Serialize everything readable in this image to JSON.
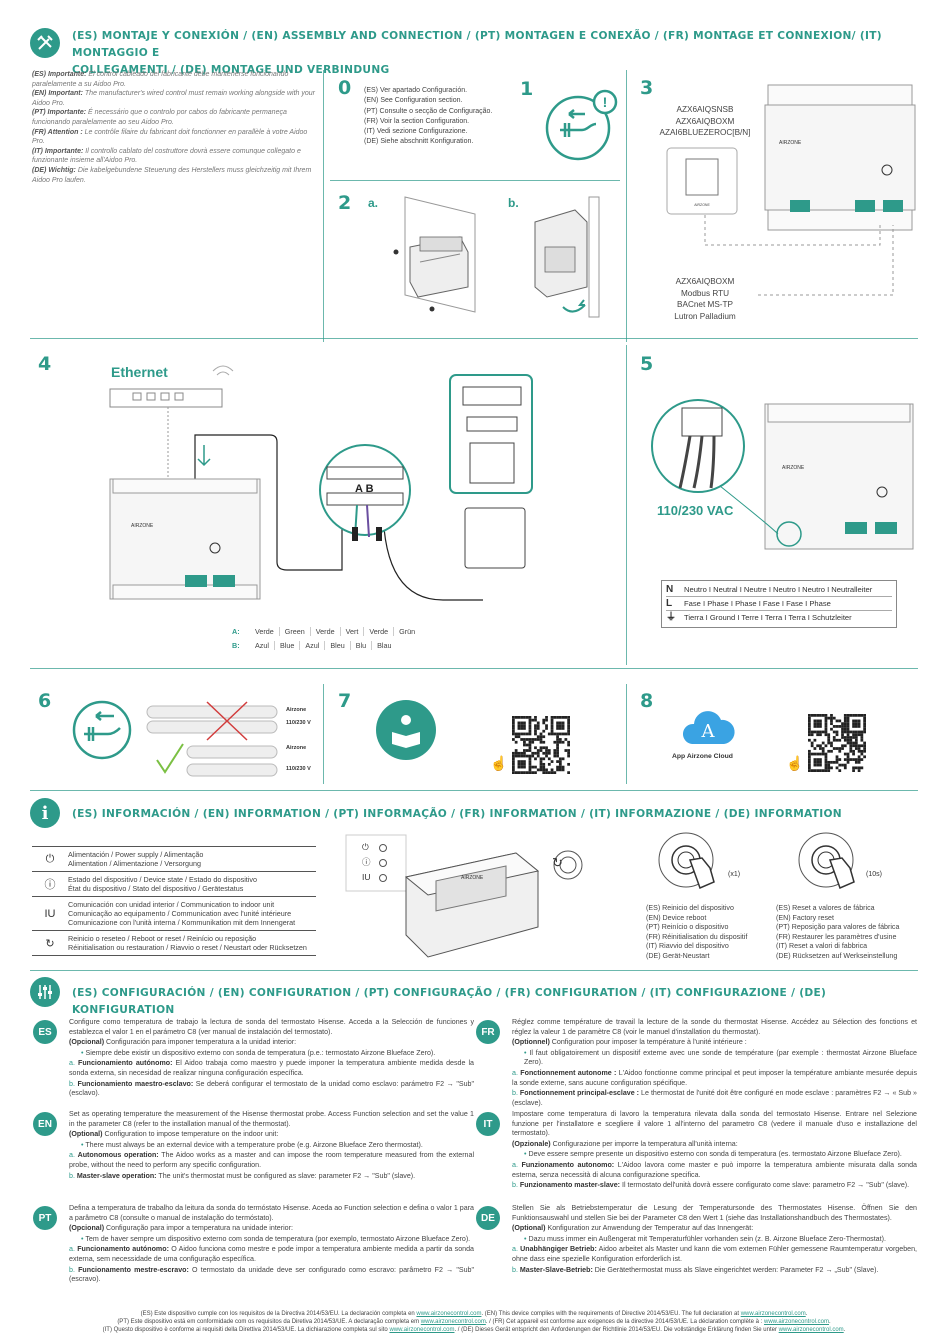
{
  "assembly": {
    "title_line1": "(ES) MONTAJE Y CONEXIÓN / (EN) ASSEMBLY AND CONNECTION / (PT) MONTAGEN E CONEXÃO / (FR) MONTAGE ET CONNEXION/ (IT) MONTAGGIO E",
    "title_line2": "COLLEGAMENTI / (DE) MONTAGE UND VERBINDUNG",
    "notes": [
      {
        "label": "(ES) Importante:",
        "text": " El control cableado del fabricante debe mantenerse funcionando paralelamente a su Aidoo Pro."
      },
      {
        "label": "(EN) Important:",
        "text": " The manufacturer's wired control must remain working alongside with your Aidoo Pro."
      },
      {
        "label": "(PT) Importante:",
        "text": " É necessário que o controlo por cabos do fabricante permaneça funcionando paralelamente ao seu Aidoo Pro."
      },
      {
        "label": "(FR) Attention :",
        "text": " Le contrôle filaire du fabricant doit fonctionner en parallèle à votre Aidoo Pro."
      },
      {
        "label": "(IT) Importante:",
        "text": " Il controllo cablato del costruttore dovrà essere comunque collegato e funzionante insieme all'Aidoo Pro."
      },
      {
        "label": "(DE) Wichtig:",
        "text": " Die kabelgebundene Steuerung des Herstellers muss gleichzeitig mit Ihrem Aidoo Pro laufen."
      }
    ]
  },
  "steps": {
    "n0": "0",
    "n1": "1",
    "n2": "2",
    "n3": "3",
    "n4": "4",
    "n5": "5",
    "n6": "6",
    "n7": "7",
    "n8": "8",
    "s2a": "a.",
    "s2b": "b.",
    "s0_lines": [
      "(ES) Ver apartado Configuración.",
      "(EN) See Configuration section.",
      "(PT) Consulte o secção de Configuração.",
      "(FR) Voir la section Configuration.",
      "(IT) Vedi sezione Configurazione.",
      "(DE) Siehe abschnitt Konfiguration."
    ],
    "s3_models_top": [
      "AZX6AIQSNSB",
      "AZX6AIQBOXM",
      "AZAI6BLUEZEROC[B/N]"
    ],
    "s3_models_bottom": [
      "AZX6AIQBOXM",
      "Modbus RTU",
      "BACnet MS-TP",
      "Lutron Palladium"
    ],
    "ethernet": "Ethernet",
    "ab_label": "A B",
    "wire_a_key": "A:",
    "wire_b_key": "B:",
    "wire_a": [
      "Verde",
      "Green",
      "Verde",
      "Vert",
      "Verde",
      "Grün"
    ],
    "wire_b": [
      "Azul",
      "Blue",
      "Azul",
      "Bleu",
      "Blu",
      "Blau"
    ],
    "voltage": "110/230 VAC",
    "nl_rows": [
      {
        "k": "N",
        "t": "Neutro I Neutral I Neutre I Neutro I Neutro I Neutralleiter"
      },
      {
        "k": "L",
        "t": "Fase I Phase I Phase I Fase I Fase I Phase"
      },
      {
        "k": "⏚",
        "t": "Tierra I Ground I Terre I Terra I Terra I Schutzleiter"
      }
    ],
    "s6_brand1": "Airzone",
    "s6_volt1": "110/230 V",
    "s6_brand2": "Airzone",
    "s6_volt2": "110/230 V",
    "app_label": "App Airzone Cloud",
    "device_brand": "AIRZONE"
  },
  "information": {
    "title": "(ES) INFORMACIÓN / (EN) INFORMATION / (PT) INFORMAÇÃO / (FR) INFORMATION / (IT) INFORMAZIONE / (DE) INFORMATION",
    "rows": [
      {
        "icon": "⏻",
        "lines": [
          "Alimentación / Power supply  / Alimentação",
          "Alimentation / Alimentazione / Versorgung"
        ]
      },
      {
        "icon": "ⓘ",
        "lines": [
          "Estado del dispositivo / Device state / Estado do dispositivo",
          "État du dispositivo / Stato del dispositivo / Gerätestatus"
        ]
      },
      {
        "icon": "IU",
        "lines": [
          "Comunicación con unidad interior / Communication to indoor unit",
          "Comunicação ao equipamento / Communication avec l'unité intérieure",
          "Comunicazione con l'unità interna / Kommunikation  mit dem Innengerat"
        ]
      },
      {
        "icon": "↻",
        "lines": [
          "Reinicio o reseteo / Reboot or reset /  Reinício ou reposição",
          "Réinitialisation ou restauration / Riavvio o reset / Neustart oder Rücksetzen"
        ]
      }
    ],
    "led_labels": [
      "⏻",
      "ⓘ",
      "IU"
    ],
    "press_x1": "(x1)",
    "press_10s": "(10s)",
    "reboot": [
      "(ES) Reinicio del dispositivo",
      "(EN) Device reboot",
      "(PT) Reinício o dispositivo",
      "(FR) Réinitialisation du dispositif",
      "(IT) Riavvio del dispositivo",
      "(DE) Gerät-Neustart"
    ],
    "reset": [
      "(ES) Reset a valores de fábrica",
      "(EN) Factory reset",
      "(PT) Reposição para valores de fábrica",
      "(FR) Restaurer les paramètres d'usine",
      "(IT) Reset a valori di fabbrica",
      "(DE) Rücksetzen auf Werkseinstellung"
    ]
  },
  "configuration": {
    "title": "(ES) CONFIGURACIÓN / (EN) CONFIGURATION / (PT) CONFIGURAÇÃO / (FR) CONFIGURATION / (IT) CONFIGURAZIONE / (DE) KONFIGURATION",
    "blocks": [
      {
        "lang": "ES",
        "intro": "Configure como temperatura de trabajo la lectura de sonda del termostato Hisense. Acceda a la Selección de funciones y establezca el valor 1 en el parámetro C8 (ver manual de instalación del termostato).",
        "opt_label": "(Opcional)",
        "opt_text": " Configuración para imponer temperatura a la unidad interior:",
        "bullet": "Siempre debe existir un dispositivo externo con sonda de temperatura (p.e.: termostato Airzone Blueface Zero).",
        "a_label": "Funcionamiento autónomo:",
        "a_text": " El Aidoo trabaja como maestro y puede imponer la temperatura ambiente medida desde la sonda externa, sin necesidad de realizar ninguna configuración específica.",
        "b_label": "Funcionamiento maestro-esclavo:",
        "b_text": " Se deberá configurar el termostato de la unidad como esclavo: parámetro F2 → \"Sub\" (esclavo)."
      },
      {
        "lang": "EN",
        "intro": "Set as operating temperature the measurement of the Hisense thermostat probe. Access Function selection and set the value 1 in the parameter C8 (refer to the installation manual of the thermostat).",
        "opt_label": "(Optional)",
        "opt_text": " Configuration to impose temperature on the indoor unit:",
        "bullet": "There must always be an external device with a temperature probe (e.g. Airzone Blueface Zero thermostat).",
        "a_label": "Autonomous operation:",
        "a_text": " The Aidoo works as a master and can impose the room temperature measured from the external probe, without the need to perform any specific configuration.",
        "b_label": "Master-slave operation:",
        "b_text": " The unit's thermostat must be configured as slave: parameter F2 → \"Sub\" (slave)."
      },
      {
        "lang": "PT",
        "intro": "Defina a temperatura de trabalho da leitura da sonda do termóstato Hisense. Aceda ao Function selection e defina o valor 1 para a parâmetro C8 (consulte o manual de instalação do termóstato).",
        "opt_label": "(Opcional)",
        "opt_text": " Configuração para impor a temperatura na unidade interior:",
        "bullet": "Tem de haver sempre um dispositivo externo com sonda de temperatura (por exemplo, termostato Airzone Blueface Zero).",
        "a_label": "Funcionamento autónomo:",
        "a_text": " O Aidoo funciona como mestre e pode impor a temperatura ambiente medida a partir da sonda externa, sem necessidade de uma configuração específica.",
        "b_label": "Funcionamento mestre-escravo:",
        "b_text": " O termostato da unidade deve ser configurado como escravo: parâmetro F2 → \"Sub\" (escravo)."
      },
      {
        "lang": "FR",
        "intro": "Réglez comme température de travail la lecture de la sonde du thermostat Hisense. Accédez au Sélection des fonctions et réglez la valeur 1 de paramètre C8 (voir le manuel d'installation du thermostat).",
        "opt_label": "(Optionnel)",
        "opt_text": " Configuration pour imposer la température à l'unité intérieure :",
        "bullet": "Il faut obligatoirement un dispositif externe avec une sonde de température (par exemple : thermostat Airzone Blueface Zero).",
        "a_label": "Fonctionnement autonome :",
        "a_text": " L'Aidoo fonctionne comme principal et peut imposer la température ambiante mesurée depuis la sonde externe, sans aucune configuration spécifique.",
        "b_label": "Fonctionnement principal-esclave :",
        "b_text": " Le thermostat de l'unité doit être configuré en mode esclave : paramètres F2 → « Sub » (esclave)."
      },
      {
        "lang": "IT",
        "intro": "Impostare come temperatura di lavoro la temperatura rilevata dalla sonda del termostato Hisense. Entrare nel Selezione funzione per l'installatore e scegliere il valore 1 all'interno del parametro C8 (vedere il manuale d'uso e installazione del termostato).",
        "opt_label": "(Opzionale)",
        "opt_text": " Configurazione per imporre la temperatura all'unità interna:",
        "bullet": "Deve essere sempre presente un dispositivo esterno con sonda di temperatura (es. termostato Airzone Blueface Zero).",
        "a_label": "Funzionamento autonomo:",
        "a_text": " L'Aidoo lavora come master e può imporre la temperatura ambiente misurata dalla sonda esterna, senza necessità di alcuna configurazione specifica.",
        "b_label": "Funzionamento master-slave:",
        "b_text": " Il termostato dell'unità dovrà essere configurato come slave: parametro F2 → \"Sub\" (slave)."
      },
      {
        "lang": "DE",
        "intro": "Stellen Sie als Betriebstemperatur die Lesung der Temperatursonde des Thermostates Hisense. Öffnen Sie den Funktionsauswahl und stellen Sie bei der Parameter C8 den Wert 1 (siehe das Installationshandbuch des Thermostates).",
        "opt_label": "(Optional)",
        "opt_text": " Konfiguration zur Anwendung der Temperatur auf das Innengerät:",
        "bullet": "Dazu muss immer ein Außengerat mit Temperaturfühler vorhanden sein (z. B. Airzone Blueface Zero-Thermostat).",
        "a_label": "Unabhängiger Betrieb:",
        "a_text": " Aidoo arbeitet als Master und kann die vom externen Fühler gemessene Raumtemperatur vorgeben, ohne dass eine spezielle Konfiguration erforderlich ist.",
        "b_label": "Master-Slave-Betrieb:",
        "b_text": " Die Gerätethermostat muss als Slave eingerichtet werden: Parameter F2 → „Sub\" (Slave)."
      }
    ]
  },
  "footer": {
    "lines": [
      {
        "pre": "(ES) Este dispositivo cumple con los requisitos de la Directiva 2014/53/EU. La declaración completa en ",
        "link": "www.airzonecontrol.com",
        "mid": ". (EN) This device complies with the requirements of Directive 2014/53/EU. The full declaration at ",
        "link2": "www.airzonecontrol.com",
        "post": "."
      },
      {
        "pre": "(PT) Este dispositivo está em conformidade com os requisitos da Diretiva 2014/53/UE. A declaração completa em ",
        "link": "www.airzonecontrol.com",
        "mid": ". / (FR) Cet appareil est conforme aux exigences de la directive 2014/53/UE. La déclaration complète à : ",
        "link2": "www.airzonecontrol.com",
        "post": "."
      },
      {
        "pre": "(IT) Questo dispositivo è conforme ai requisiti della Direttiva 2014/53/UE. La dichiarazione completa sul sito ",
        "link": "www.airzonecontrol.com",
        "mid": ". / (DE) Dieses Gerät entspricht den Anforderungen der Richtlinie 2014/53/EU. Die vollständige Erklärung finden Sie unter ",
        "link2": "www.airzonecontrol.com",
        "post": "."
      }
    ]
  }
}
